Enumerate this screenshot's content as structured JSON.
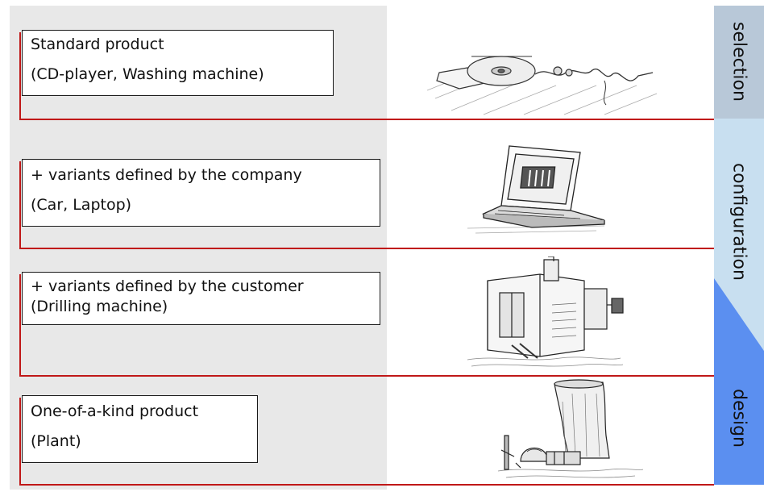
{
  "rows": [
    {
      "title": "Standard product",
      "detail": "(CD-player, Washing machine)",
      "sketch": "cd-player-icon"
    },
    {
      "title": "+ variants defined by the company",
      "detail": "(Car, Laptop)",
      "sketch": "laptop-icon"
    },
    {
      "title": "+ variants defined by the customer",
      "detail": "(Drilling machine)",
      "sketch": "drilling-machine-icon"
    },
    {
      "title": "One-of-a-kind product",
      "detail": "(Plant)",
      "sketch": "plant-icon"
    }
  ],
  "side_labels": {
    "selection": "selection",
    "configuration": "configuration",
    "design": "design"
  },
  "colors": {
    "row_line": "#c01818",
    "panel_grey": "#e8e8e8",
    "selection_band": "#b8c8d8",
    "configuration_band": "#c8dff0",
    "design_band": "#5b8ff0"
  }
}
